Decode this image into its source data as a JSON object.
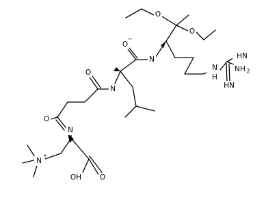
{
  "labels": {
    "oxygen": "O",
    "nh": "N",
    "nh_h": "H",
    "amide_n1": "N",
    "amide_n2": "N",
    "amide_n3": "N",
    "ammonium_n": "N",
    "plus": "+",
    "minus": "−",
    "nh2": "NH",
    "nh2_sub": "2",
    "hn": "HN",
    "acid": "OH"
  }
}
